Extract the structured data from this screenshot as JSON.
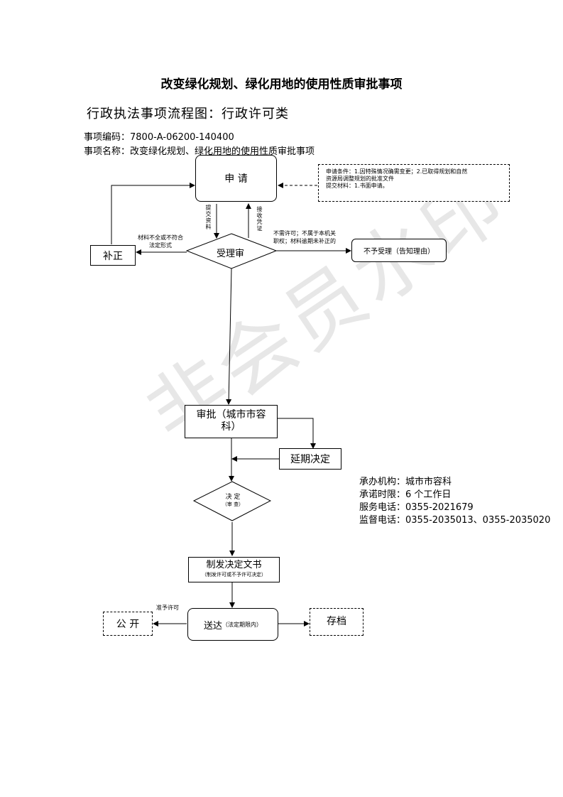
{
  "document": {
    "title": "改变绿化规划、绿化用地的使用性质审批事项",
    "subtitle": "行政执法事项流程图：行政许可类",
    "code_line": "事项编码：7800-A-06200-140400",
    "name_line": "事项名称：改变绿化规划、绿化用地的使用性质审批事项"
  },
  "flowchart": {
    "apply": "申  请",
    "conditions_line1": "申请条件：1.因特殊情况确需变更；2.已取得规划和自然",
    "conditions_line2": "资源局调整规划的批准文件",
    "conditions_line3": "提交材料：1.书面申请。",
    "submit_label": "提交资料",
    "receipt_label": "接收凭证",
    "review": "受理审",
    "correct": "补正",
    "incomplete_label_line1": "材料不全或不符合",
    "incomplete_label_line2": "法定形式",
    "reject_label_line1": "不需许可；不属于本机关",
    "reject_label_line2": "职权；材料逾期未补正的",
    "reject": "不予受理（告知理由）",
    "approve_line1": "审批（城市市容",
    "approve_line2": "科）",
    "extend": "延期决定",
    "decide_line1": "决    定",
    "decide_line2": "（审    查）",
    "issue": "制发决定文书",
    "issue_note": "（制发许可或不予许可决定）",
    "grant_label": "准予许可",
    "public": "公  开",
    "deliver": "送达",
    "deliver_note": "（法定期限内）",
    "archive": "存档"
  },
  "info": {
    "org": "承办机构：城市市容科",
    "deadline": "承诺时限：6 个工作日",
    "service_phone": "服务电话：0355-2021679",
    "supervise_phone": "监督电话：0355-2035013、0355-2035020"
  },
  "watermark": "非会员水印"
}
